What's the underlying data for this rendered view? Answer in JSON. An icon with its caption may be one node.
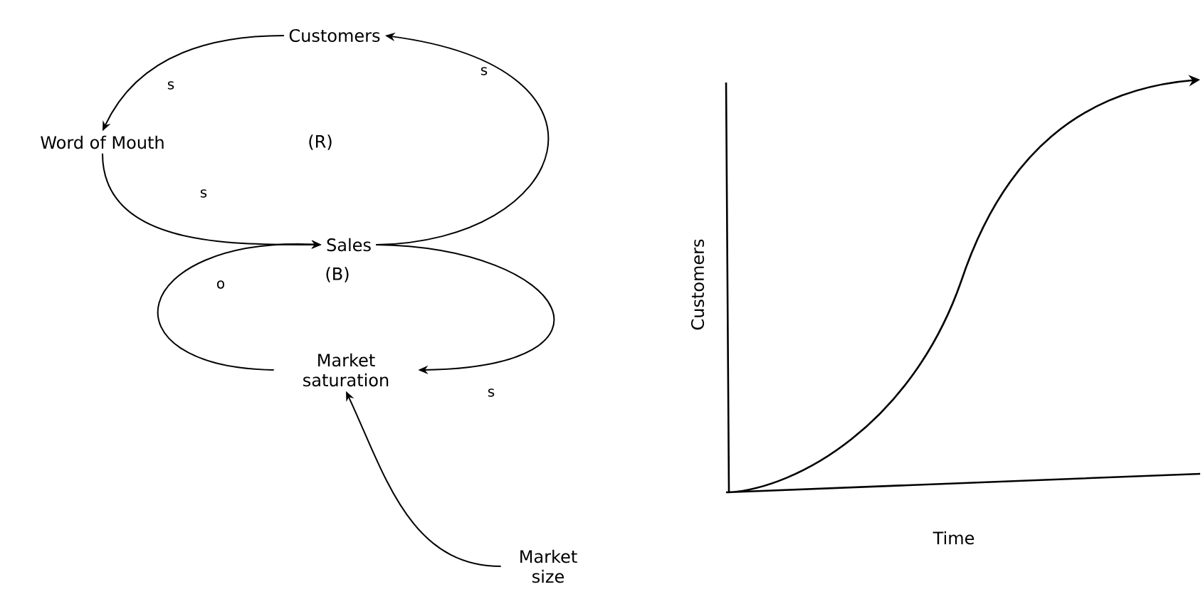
{
  "diagram": {
    "nodes": [
      {
        "text": [
          "Customers"
        ]
      },
      {
        "text": [
          "Word of Mouth"
        ]
      },
      {
        "text": [
          "Sales"
        ]
      },
      {
        "text": [
          "Market saturation"
        ]
      },
      {
        "text": [
          "Market size"
        ]
      }
    ],
    "edges": [
      {
        "from": 0,
        "to": 1,
        "arrow": "to",
        "label": "s"
      },
      {
        "from": 1,
        "to": 2,
        "arrow": "to",
        "label": "s"
      },
      {
        "from": 2,
        "to": 0,
        "arrow": "to",
        "label": "s"
      },
      {
        "from": 2,
        "to": 3,
        "arrow": "to",
        "label": "s"
      },
      {
        "from": 3,
        "to": 2,
        "arrow": "to",
        "label": "o"
      },
      {
        "from": 4,
        "to": 3,
        "arrow": "to"
      }
    ],
    "labels": [
      "(R)",
      "(B)",
      "Customers",
      "Time"
    ]
  }
}
